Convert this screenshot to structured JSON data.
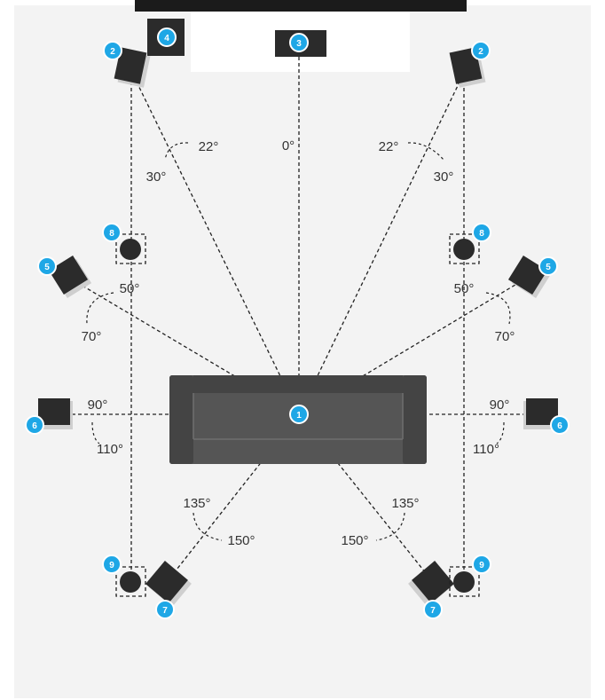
{
  "colors": {
    "room": "#f3f3f3",
    "screen_bar": "#1b1b1b",
    "tv_panel": "#ffffff",
    "speaker": "#2b2b2b",
    "speaker_shadow": "#cfcfcf",
    "badge": "#1ea7e6",
    "sofa": "#555555",
    "sofa_dark": "#444444",
    "sofa_line": "#6e6e6e",
    "sub_frame": "#222222"
  },
  "speakers": [
    {
      "num": "1",
      "role": "listening-position"
    },
    {
      "num": "2",
      "role": "front-left"
    },
    {
      "num": "2",
      "role": "front-right"
    },
    {
      "num": "3",
      "role": "center"
    },
    {
      "num": "4",
      "role": "subwoofer"
    },
    {
      "num": "5",
      "role": "side-left"
    },
    {
      "num": "5",
      "role": "side-right"
    },
    {
      "num": "6",
      "role": "surround-left"
    },
    {
      "num": "6",
      "role": "surround-right"
    },
    {
      "num": "7",
      "role": "rear-left"
    },
    {
      "num": "7",
      "role": "rear-right"
    },
    {
      "num": "8",
      "role": "height-front-left"
    },
    {
      "num": "8",
      "role": "height-front-right"
    },
    {
      "num": "9",
      "role": "height-rear-left"
    },
    {
      "num": "9",
      "role": "height-rear-right"
    }
  ],
  "angles": {
    "center": "0°",
    "front_left_min": "22°",
    "front_left_max": "30°",
    "front_right_min": "22°",
    "front_right_max": "30°",
    "side_left_min": "50°",
    "side_left_max": "70°",
    "side_right_min": "50°",
    "side_right_max": "70°",
    "surround_left_min": "90°",
    "surround_left_max": "110°",
    "surround_right_min": "90°",
    "surround_right_max": "110°",
    "rear_left_min": "135°",
    "rear_left_max": "150°",
    "rear_right_min": "135°",
    "rear_right_max": "150°"
  }
}
